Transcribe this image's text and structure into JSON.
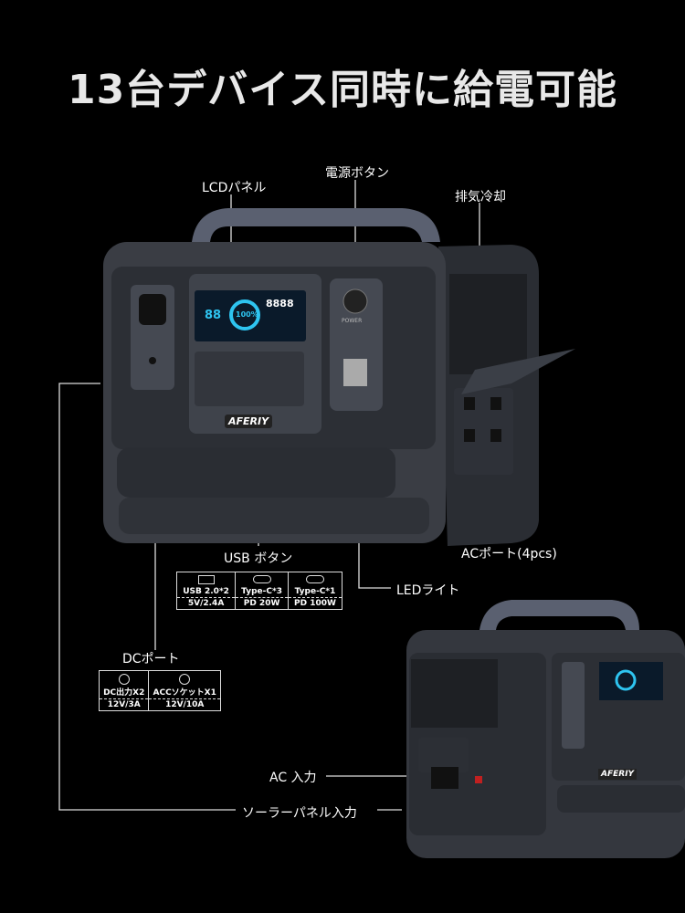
{
  "title": "13台デバイス同時に給電可能",
  "labels": {
    "lcd": "LCDパネル",
    "power_button": "電源ボタン",
    "exhaust": "排気冷却",
    "usb_button": "USB ボタン",
    "led": "LEDライト",
    "ac_port": "ACポート(4pcs)",
    "dc_port": "DCポート",
    "ac_input": "AC 入力",
    "solar_input": "ソーラーパネル入力"
  },
  "usb_table": [
    {
      "icon": "usb-a-icon",
      "name": "USB 2.0*2",
      "spec": "5V/2.4A"
    },
    {
      "icon": "usb-c-icon",
      "name": "Type-C*3",
      "spec": "PD 20W"
    },
    {
      "icon": "usb-c-icon",
      "name": "Type-C*1",
      "spec": "PD 100W"
    }
  ],
  "dc_table": [
    {
      "icon": "dc-port-icon",
      "name": "DC出力X2",
      "spec": "12V/3A"
    },
    {
      "icon": "car-socket-icon",
      "name": "ACCソケットX1",
      "spec": "12V/10A"
    }
  ],
  "device": {
    "brand": "AFERIY",
    "power_text": "POWER",
    "lcd_percent": "100%",
    "lcd_digits": "88",
    "lcd_watts": "8888"
  },
  "colors": {
    "background": "#000000",
    "body": "#3a3d44",
    "lcd": "#0a1a2a",
    "lcd_accent": "#2ec4f0"
  }
}
